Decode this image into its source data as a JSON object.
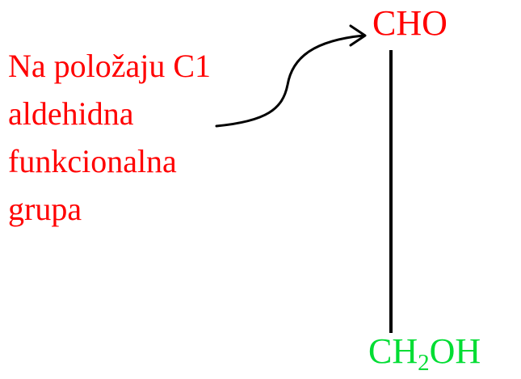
{
  "annotation": {
    "lines": [
      "Na položaju C1",
      "aldehidna",
      "funkcionalna",
      "grupa"
    ],
    "color": "#ff0000"
  },
  "structure": {
    "top_group": "CHO",
    "top_color": "#ff0000",
    "bottom_group": {
      "prefix": "CH",
      "subscript": "2",
      "suffix": "OH"
    },
    "bottom_color": "#00dd33"
  }
}
